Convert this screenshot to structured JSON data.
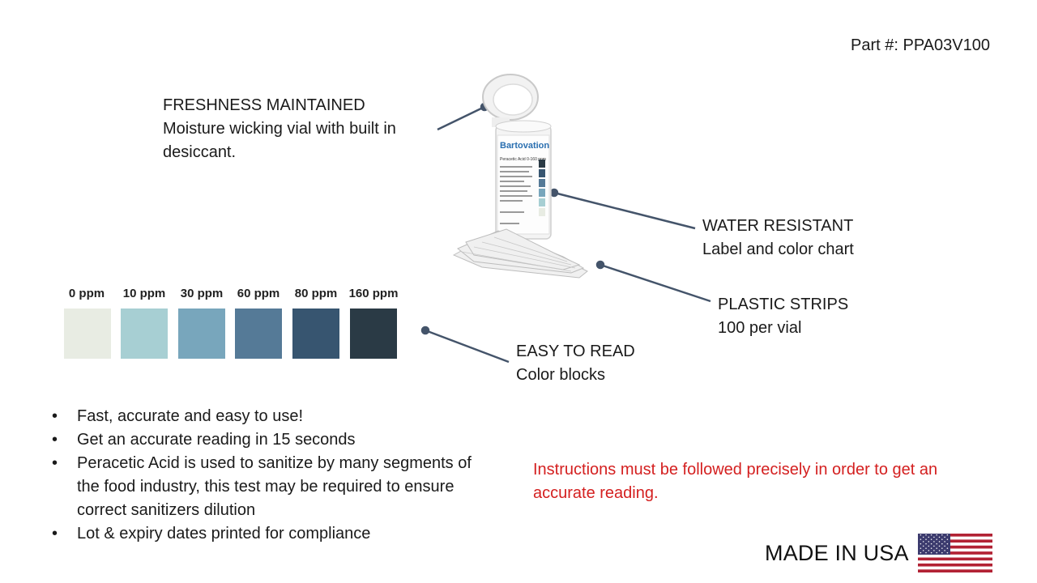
{
  "part_number": "Part #: PPA03V100",
  "callouts": {
    "freshness": {
      "title": "FRESHNESS MAINTAINED",
      "line1": "Moisture wicking vial with built in",
      "line2": "desiccant."
    },
    "water": {
      "title": "WATER RESISTANT",
      "line1": "Label and color chart"
    },
    "strips": {
      "title": "PLASTIC STRIPS",
      "line1": "100 per vial"
    },
    "easy": {
      "title": "EASY TO READ",
      "line1": "Color blocks"
    }
  },
  "color_chart": [
    {
      "label": "0 ppm",
      "color": "#e8ece3"
    },
    {
      "label": "10 ppm",
      "color": "#a7cfd3"
    },
    {
      "label": "30 ppm",
      "color": "#78a6bc"
    },
    {
      "label": "60 ppm",
      "color": "#557a97"
    },
    {
      "label": "80 ppm",
      "color": "#375570"
    },
    {
      "label": "160 ppm",
      "color": "#2a3a45"
    }
  ],
  "bullets": [
    "Fast, accurate and easy to use!",
    "Get an accurate reading in 15 seconds",
    "Peracetic Acid is used to sanitize by many segments of the food industry, this test may be required to ensure correct sanitizers dilution",
    "Lot & expiry dates printed for compliance"
  ],
  "warning": "Instructions must be followed precisely in order to get an accurate reading.",
  "made_in": "MADE IN USA",
  "product": {
    "brand": "Bartovation",
    "label_title": "Peracetic Acid 0-160 ppm"
  },
  "colors": {
    "callout_line": "#44546a",
    "warning": "#d42020",
    "flag_red": "#b22234",
    "flag_blue": "#3c3b6e"
  }
}
